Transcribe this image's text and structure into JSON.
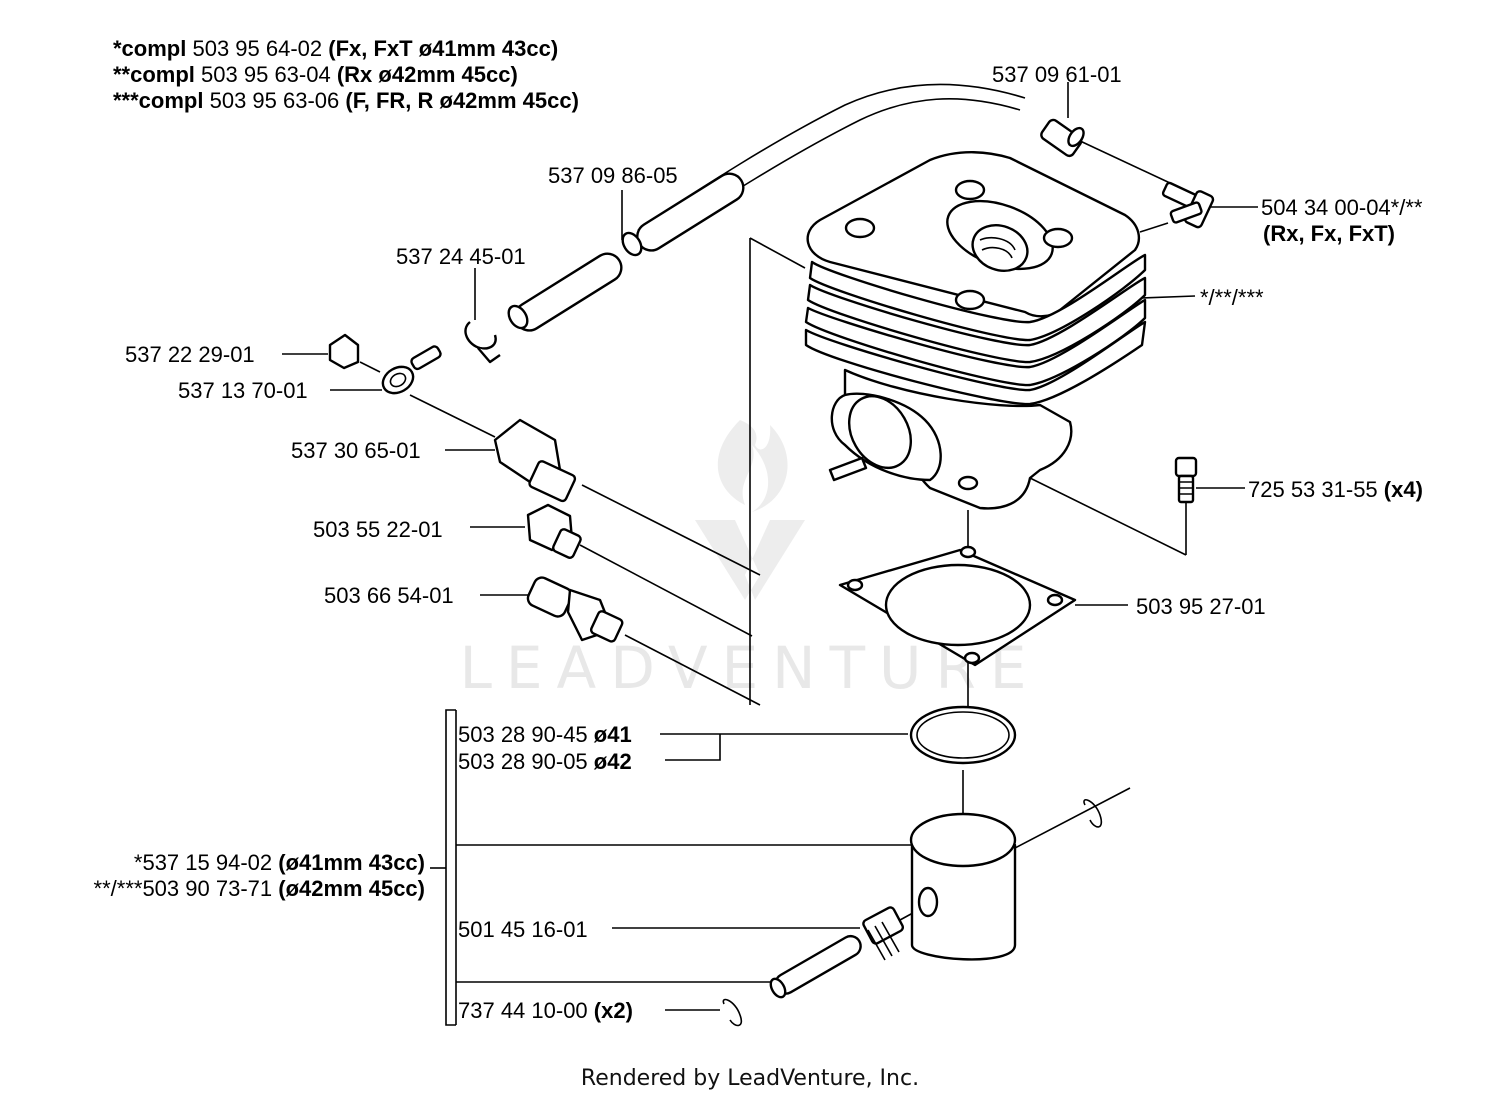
{
  "header": {
    "line1": {
      "prefix": "*compl",
      "num": "503 95 64-02",
      "spec": "(Fx, FxT ø41mm 43cc)"
    },
    "line2": {
      "prefix": "**compl",
      "num": "503 95 63-04",
      "spec": "(Rx ø42mm 45cc)"
    },
    "line3": {
      "prefix": "***compl",
      "num": "503 95 63-06",
      "spec": "(F, FR, R ø42mm 45cc)"
    }
  },
  "parts": {
    "tube_end": "537 09 61-01",
    "hose": "537 09 86-05",
    "elbow": "504 34 00-04*/**",
    "elbow_note": "(Rx, Fx, FxT)",
    "clip": "537 24 45-01",
    "cylinder": "*/**/***",
    "plug": "537 22 29-01",
    "washer": "537 13 70-01",
    "valve_nut": "537 30 65-01",
    "plug2": "503 55 22-01",
    "decomp": "503 66 54-01",
    "screw": "725 53 31-55",
    "screw_qty": "(x4)",
    "gasket": "503 95 27-01",
    "ring41": "503 28 90-45",
    "ring41_d": "ø41",
    "ring42": "503 28 90-05",
    "ring42_d": "ø42",
    "piston1": "*537 15 94-02",
    "piston1_spec": "(ø41mm 43cc)",
    "piston2": "**/***503 90 73-71",
    "piston2_spec": "(ø42mm 45cc)",
    "bearing": "501 45 16-01",
    "circlip": "737 44 10-00",
    "circlip_qty": "(x2)"
  },
  "watermark": "LEADVENTURE",
  "footer": "Rendered by LeadVenture, Inc."
}
